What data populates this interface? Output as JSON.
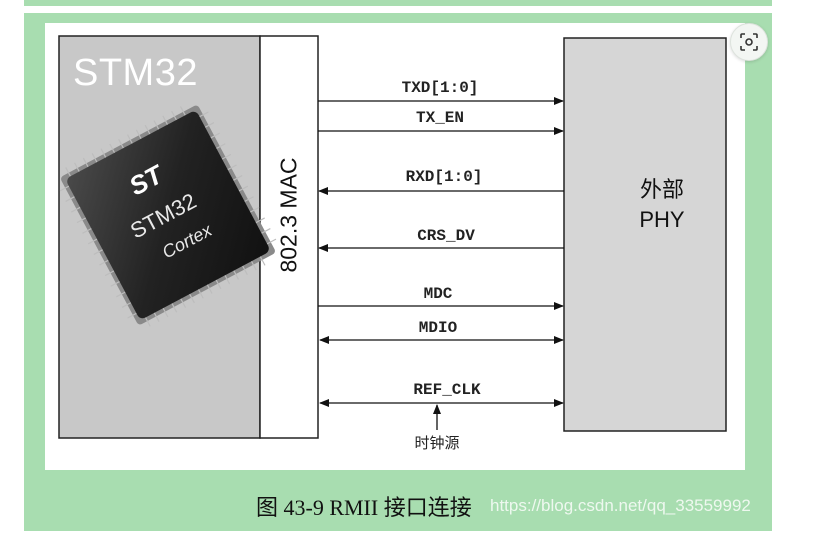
{
  "chip": {
    "title": "STM32",
    "brand_logo_text": "ST",
    "chip_text_1": "STM32",
    "chip_text_2": "Cortex"
  },
  "mac": {
    "label": "802.3 MAC"
  },
  "phy": {
    "line1": "外部",
    "line2": "PHY"
  },
  "signals": [
    {
      "name": "TXD[1:0]",
      "direction": "mac-to-phy"
    },
    {
      "name": "TX_EN",
      "direction": "mac-to-phy"
    },
    {
      "name": "RXD[1:0]",
      "direction": "phy-to-mac"
    },
    {
      "name": "CRS_DV",
      "direction": "phy-to-mac"
    },
    {
      "name": "MDC",
      "direction": "mac-to-phy"
    },
    {
      "name": "MDIO",
      "direction": "bidirectional"
    },
    {
      "name": "REF_CLK",
      "direction": "bidirectional"
    }
  ],
  "clock_source": "时钟源",
  "caption": "图 43-9 RMII 接口连接",
  "watermark": "https://blog.csdn.net/qq_33559992",
  "lens_icon": "image-search-icon",
  "colors": {
    "frame": "#a8ddb0",
    "mcu_panel": "#c8c8c8",
    "phy_panel": "#d6d6d6",
    "chip_body": "#2b2b2b"
  }
}
